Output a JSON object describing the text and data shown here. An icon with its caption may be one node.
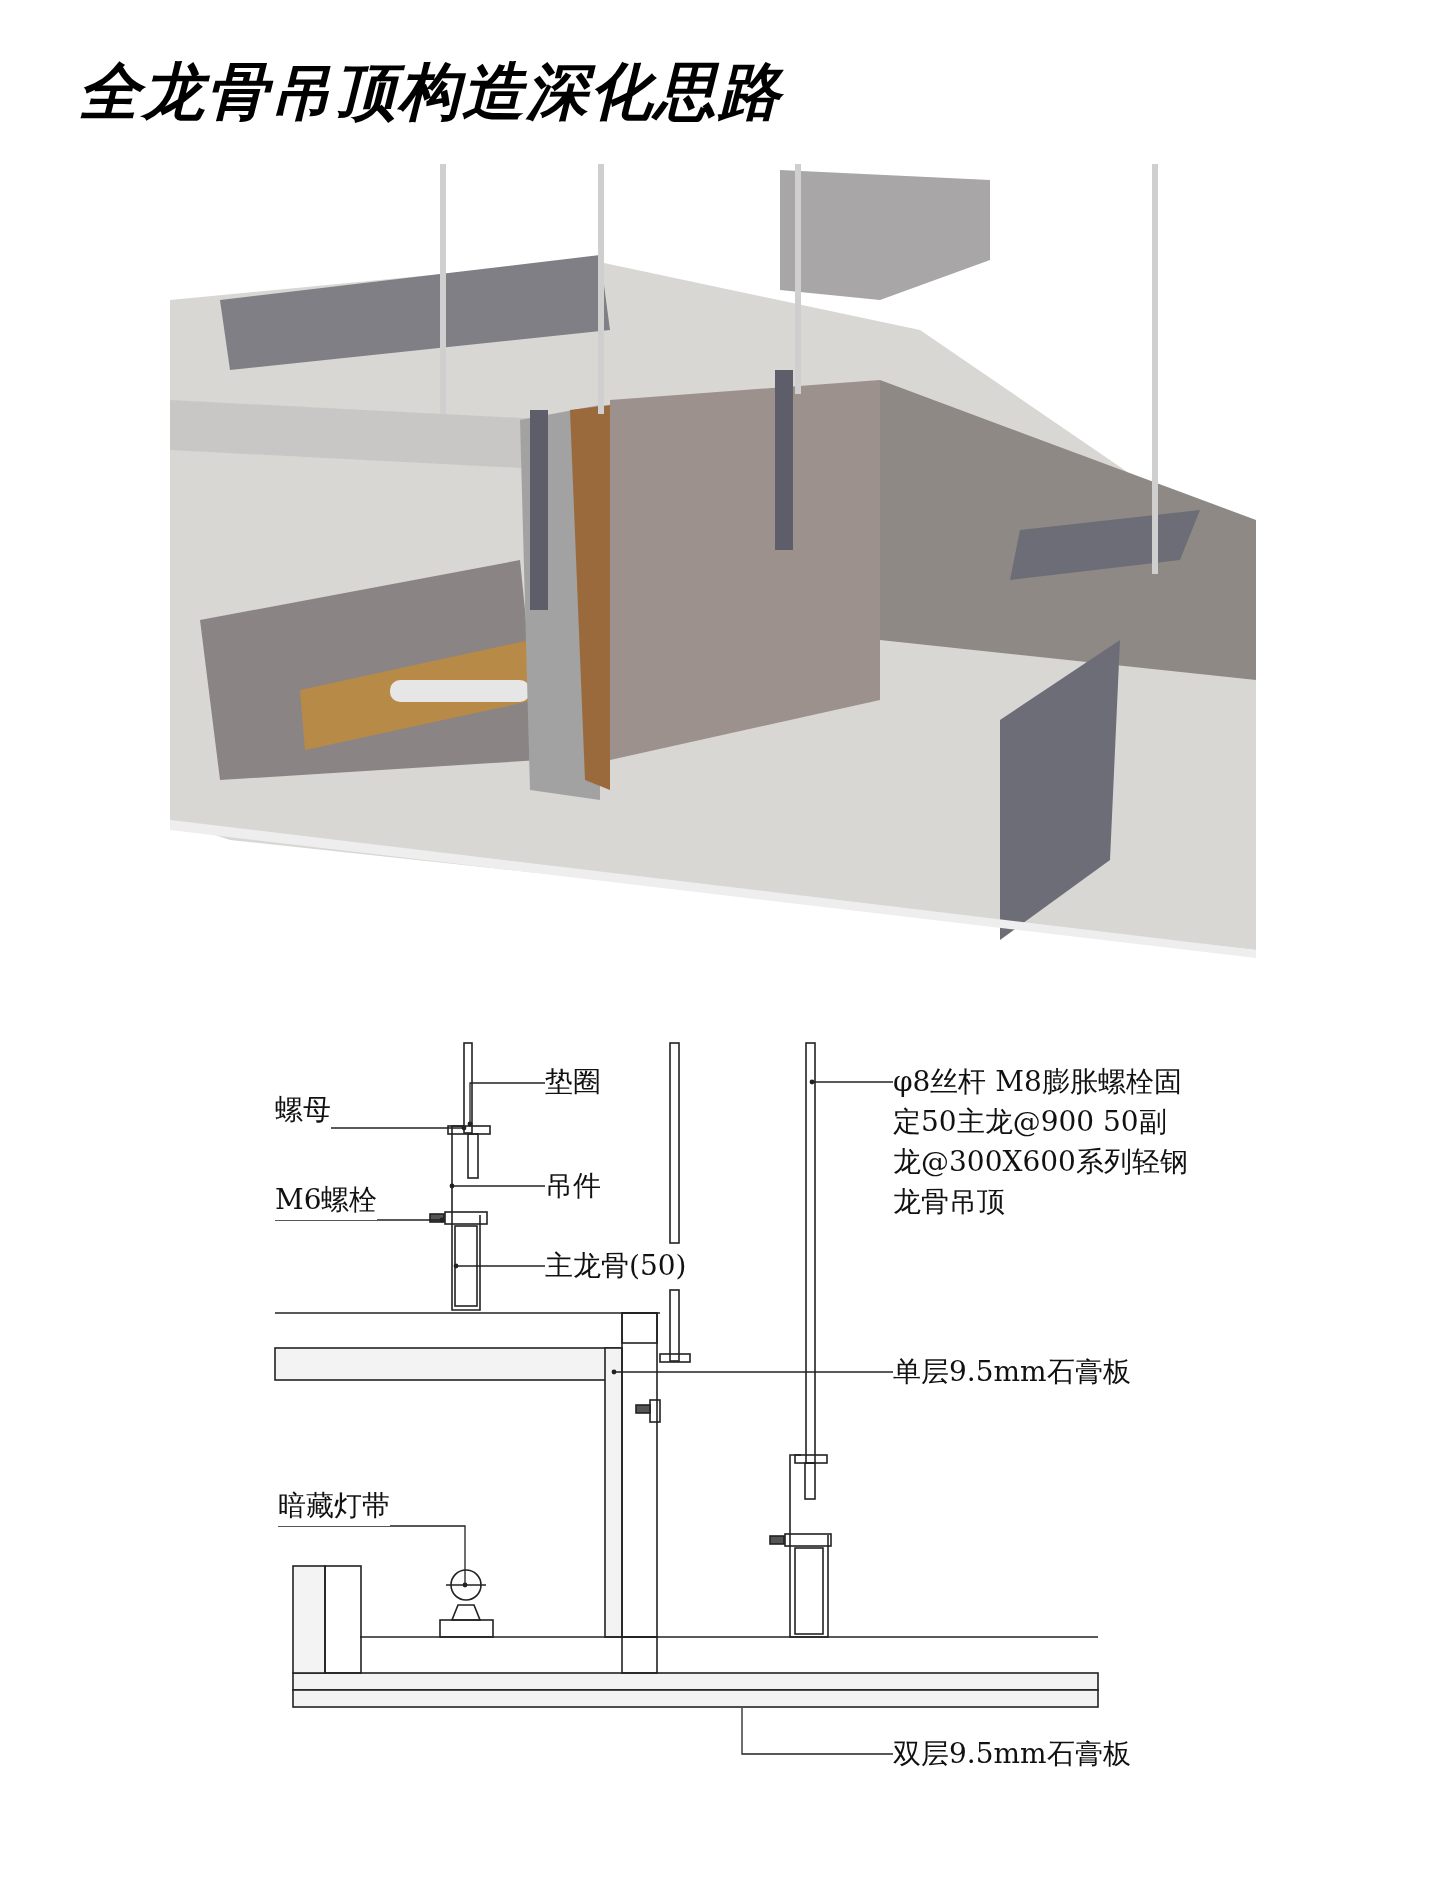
{
  "diagram": {
    "title": "全龙骨吊顶构造深化思路",
    "nodes": [
      {
        "text": [
          "垫圈"
        ]
      },
      {
        "text": [
          "螺母"
        ]
      },
      {
        "text": [
          "吊件"
        ]
      },
      {
        "text": [
          "M6螺栓"
        ]
      },
      {
        "text": [
          "主龙骨(50)"
        ]
      },
      {
        "text": [
          "φ8丝杆 M8膨胀螺栓固定50主龙@900 50副龙@300X600系列轻钢龙骨吊顶"
        ]
      },
      {
        "text": [
          "单层9.5mm石膏板"
        ]
      },
      {
        "text": [
          "暗藏灯带"
        ]
      },
      {
        "text": [
          "双层9.5mm石膏板"
        ]
      }
    ],
    "edges": [
      {
        "from": 0,
        "to": null,
        "arrow": "other"
      },
      {
        "from": 1,
        "to": null,
        "arrow": "other"
      },
      {
        "from": 2,
        "to": null,
        "arrow": "other"
      },
      {
        "from": 3,
        "to": null,
        "arrow": "other"
      },
      {
        "from": 4,
        "to": null,
        "arrow": "other"
      },
      {
        "from": 5,
        "to": null,
        "arrow": "other"
      },
      {
        "from": 6,
        "to": null,
        "arrow": "other"
      },
      {
        "from": 7,
        "to": null,
        "arrow": "other"
      },
      {
        "from": 8,
        "to": null,
        "arrow": "none"
      }
    ]
  }
}
